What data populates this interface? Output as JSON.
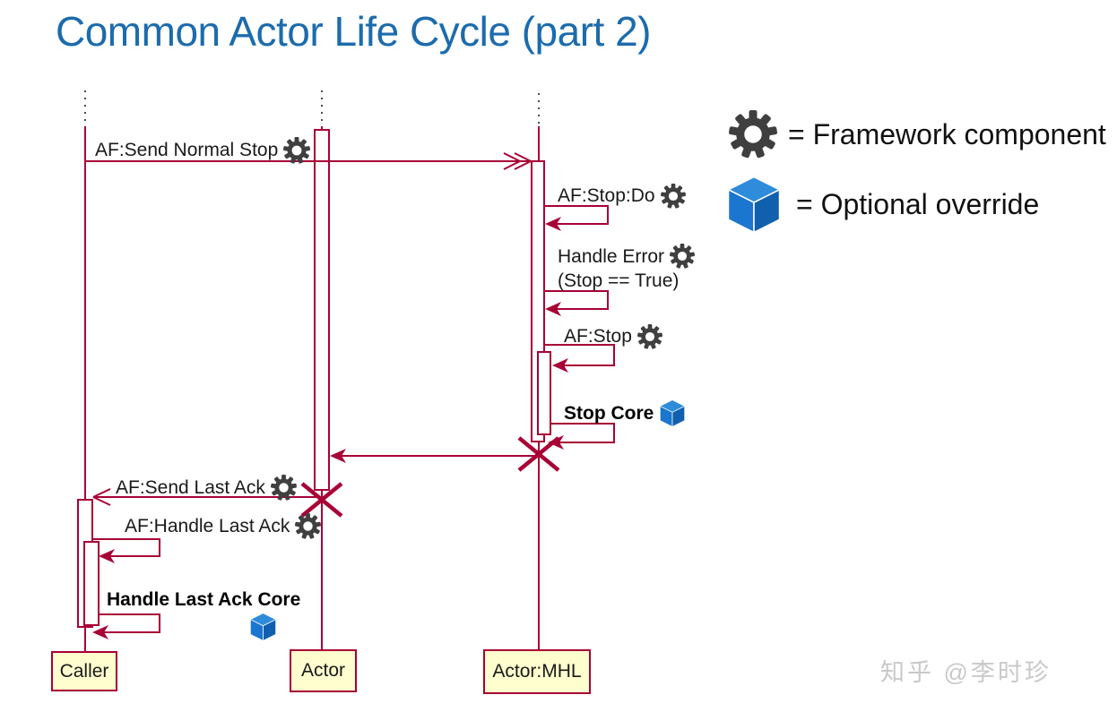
{
  "title": "Common Actor Life Cycle (part 2)",
  "participants": {
    "caller": "Caller",
    "actor": "Actor",
    "actor_mhl": "Actor:MHL"
  },
  "messages": {
    "send_normal_stop": "AF:Send Normal Stop",
    "stop_do": "AF:Stop:Do",
    "handle_error": "Handle Error",
    "handle_error_cond": "(Stop == True)",
    "af_stop": "AF:Stop",
    "stop_core": "Stop Core",
    "send_last_ack": "AF:Send Last Ack",
    "handle_last_ack": "AF:Handle Last Ack",
    "handle_last_ack_core": "Handle Last Ack Core"
  },
  "legend": {
    "framework": {
      "icon": "gear-icon",
      "text": "= Framework component"
    },
    "override": {
      "icon": "cube-icon",
      "text": "= Optional override"
    }
  },
  "colors": {
    "line": "#A80036",
    "participant_fill": "#FEFECE",
    "title": "#1C6BAD",
    "gear": "#3F3F3F",
    "cube_top": "#2F8CDB",
    "cube_left": "#1B76CF",
    "cube_right": "#1160AE",
    "text": "#1A1A1A",
    "watermark": "#C9C9C9"
  },
  "watermark": "知乎 @李时珍"
}
